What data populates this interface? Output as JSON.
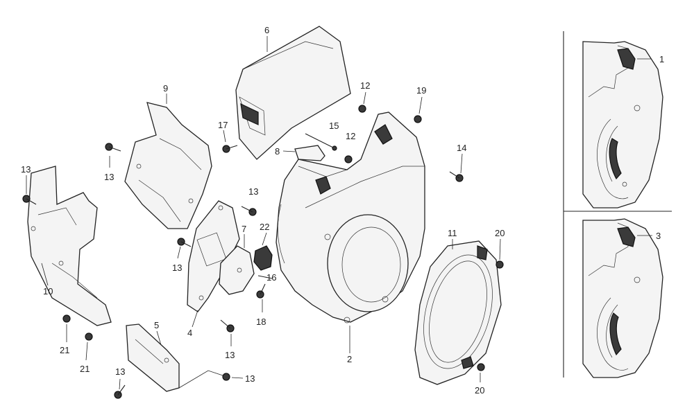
{
  "callouts": [
    {
      "id": "c1",
      "label": "1"
    },
    {
      "id": "c2",
      "label": "2"
    },
    {
      "id": "c3",
      "label": "3"
    },
    {
      "id": "c4",
      "label": "4"
    },
    {
      "id": "c5",
      "label": "5"
    },
    {
      "id": "c6",
      "label": "6"
    },
    {
      "id": "c7",
      "label": "7"
    },
    {
      "id": "c8",
      "label": "8"
    },
    {
      "id": "c9",
      "label": "9"
    },
    {
      "id": "c10",
      "label": "10"
    },
    {
      "id": "c11",
      "label": "11"
    },
    {
      "id": "c12a",
      "label": "12"
    },
    {
      "id": "c12b",
      "label": "12"
    },
    {
      "id": "c13a",
      "label": "13"
    },
    {
      "id": "c13b",
      "label": "13"
    },
    {
      "id": "c13c",
      "label": "13"
    },
    {
      "id": "c13d",
      "label": "13"
    },
    {
      "id": "c13e",
      "label": "13"
    },
    {
      "id": "c13f",
      "label": "13"
    },
    {
      "id": "c13g",
      "label": "13"
    },
    {
      "id": "c14",
      "label": "14"
    },
    {
      "id": "c15",
      "label": "15"
    },
    {
      "id": "c16",
      "label": "16"
    },
    {
      "id": "c17",
      "label": "17"
    },
    {
      "id": "c18",
      "label": "18"
    },
    {
      "id": "c19",
      "label": "19"
    },
    {
      "id": "c20a",
      "label": "20"
    },
    {
      "id": "c20b",
      "label": "20"
    },
    {
      "id": "c21a",
      "label": "21"
    },
    {
      "id": "c21b",
      "label": "21"
    },
    {
      "id": "c22",
      "label": "22"
    }
  ]
}
